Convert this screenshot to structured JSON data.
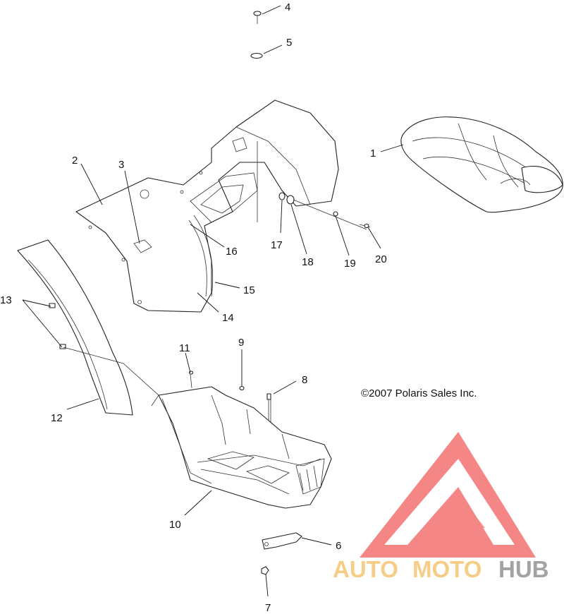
{
  "callouts": [
    "1",
    "2",
    "3",
    "4",
    "5",
    "6",
    "7",
    "8",
    "9",
    "10",
    "11",
    "12",
    "13",
    "14",
    "15",
    "16",
    "17",
    "18",
    "19",
    "20"
  ],
  "copyright": "©2007 Polaris Sales Inc.",
  "watermark": {
    "auto": "AUTO",
    "moto": "MOTO",
    "hub": "HUB",
    "auto_color": "#f6c87a",
    "moto_color": "#f6c87a",
    "hub_color": "#9a9a9a",
    "logo_color": "#f47a7a"
  }
}
